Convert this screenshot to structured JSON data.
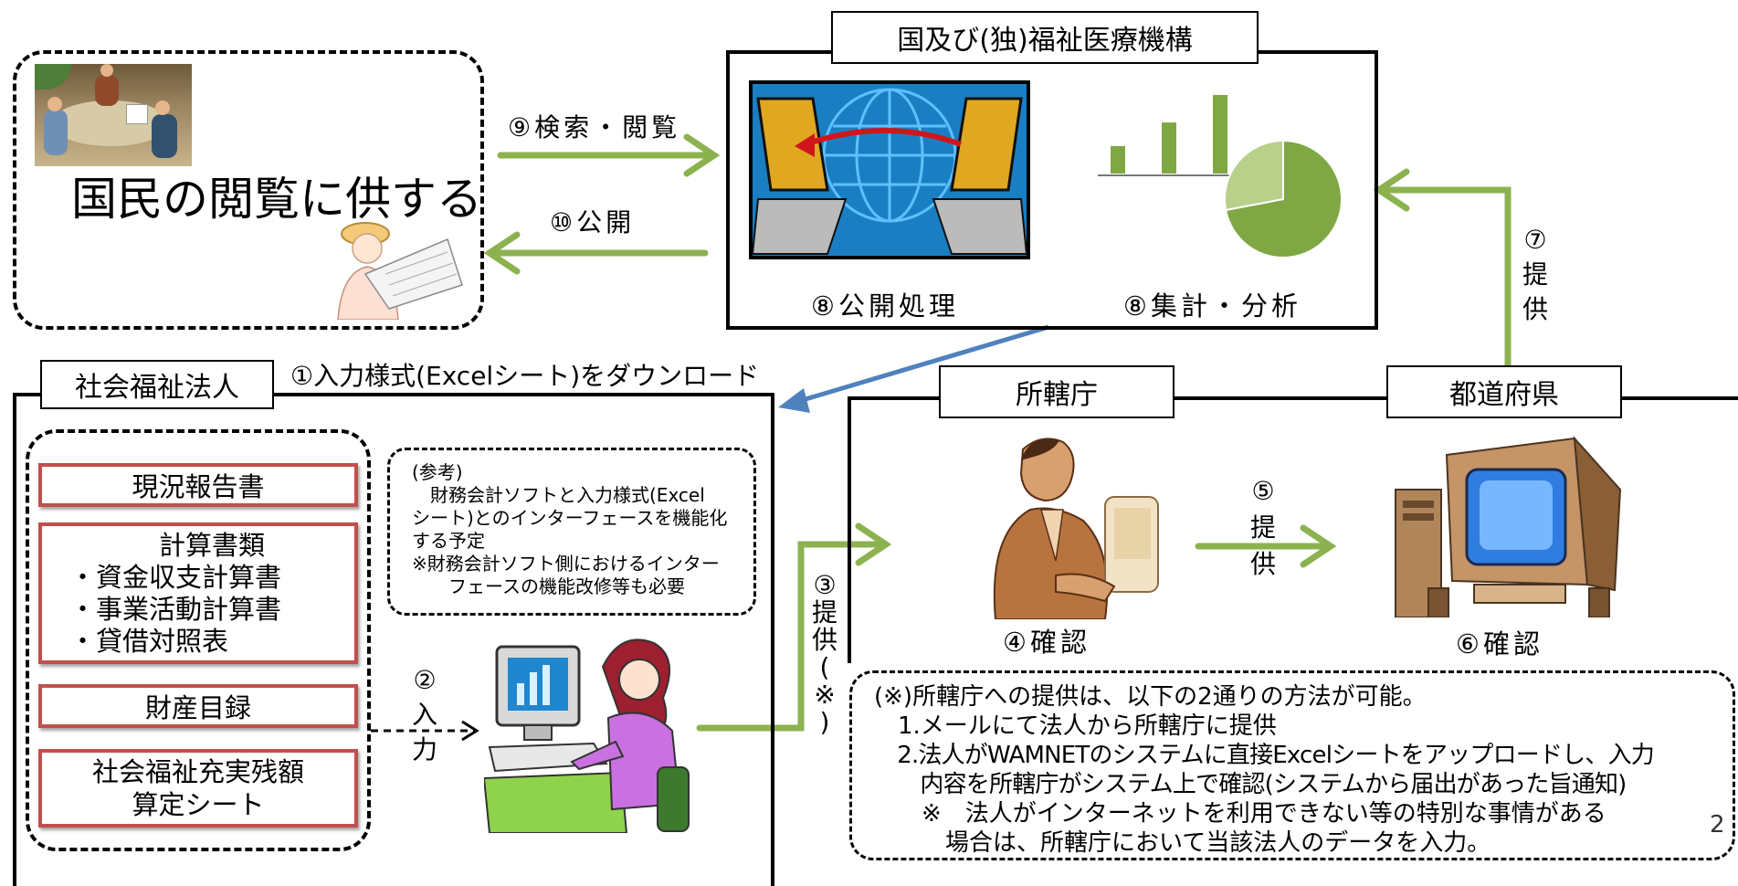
{
  "public": {
    "main_text": "国民の閲覧に供する"
  },
  "wam": {
    "title": "国及び(独)福祉医療機構",
    "publish_label": "⑧公開処理",
    "analysis_label": "⑧集計・分析"
  },
  "arrows": {
    "search": "⑨検索・閲覧",
    "publish": "⑩公開",
    "download": "①入力様式(Excelシート)をダウンロード",
    "provide7": [
      "⑦",
      "提",
      "供"
    ],
    "input2": [
      "②",
      "入",
      "力"
    ],
    "provide3": [
      "③",
      "提",
      "供",
      "(",
      "※",
      ")"
    ],
    "provide5": [
      "⑤",
      "提",
      "供"
    ]
  },
  "corp": {
    "title": "社会福祉法人",
    "docs": {
      "genkyo": "現況報告書",
      "keisan_title": "計算書類",
      "keisan_items": [
        "・資金収支計算書",
        "・事業活動計算書",
        "・貸借対照表"
      ],
      "zaisan": "財産目録",
      "jujitsu_l1": "社会福祉充実残額",
      "jujitsu_l2": "算定シート"
    },
    "note_lines": [
      "(参考)",
      "　財務会計ソフトと入力様式(Excel",
      "シート)とのインターフェースを機能化",
      "する予定",
      "※財務会計ソフト側におけるインター",
      "　　フェースの機能改修等も必要"
    ]
  },
  "gov": {
    "shokatsu": "所轄庁",
    "todofuken": "都道府県",
    "confirm4": "④確認",
    "confirm6": "⑥確認"
  },
  "footnote": {
    "lines": [
      "(※)所轄庁への提供は、以下の2通りの方法が可能。",
      "　1.メールにて法人から所轄庁に提供",
      "　2.法人がWAMNETのシステムに直接Excelシートをアップロードし、入力",
      "　　内容を所轄庁がシステム上で確認(システムから届出があった旨通知)",
      "　　※　法人がインターネットを利用できない等の特別な事情がある",
      "　　　場合は、所轄庁において当該法人のデータを入力。"
    ]
  },
  "page_number": "2",
  "chart_icon": {
    "bars": [
      0.35,
      0.65,
      1.0
    ],
    "pie_fractions": [
      0.72,
      0.28
    ]
  },
  "colors": {
    "arrow_green": "#8cb250",
    "arrow_blue": "#4f81bd",
    "doc_border": "#c0504d",
    "bar_green": "#7fa844"
  }
}
